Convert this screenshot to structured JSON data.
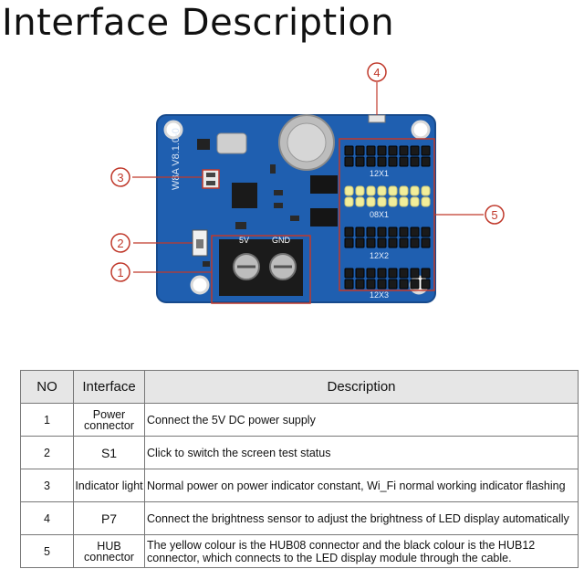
{
  "page_title": "Interface Description",
  "board": {
    "callouts": [
      "1",
      "2",
      "3",
      "4",
      "5"
    ],
    "pcb_label": "W8A V8.1.0-0",
    "terminal_labels": [
      "5V",
      "GND"
    ],
    "hub_labels": [
      "12X1",
      "08X1",
      "12X2",
      "12X3"
    ]
  },
  "table": {
    "headers": [
      "NO",
      "Interface",
      "Description"
    ],
    "rows": [
      {
        "no": "1",
        "interface": "Power connector",
        "description": "Connect the 5V DC power supply"
      },
      {
        "no": "2",
        "interface": "S1",
        "description": "Click to switch the screen test status"
      },
      {
        "no": "3",
        "interface": "Indicator light",
        "description": "Normal power on power indicator constant, Wi_Fi normal working indicator flashing"
      },
      {
        "no": "4",
        "interface": "P7",
        "description": "Connect the brightness sensor to adjust the brightness of LED display automatically"
      },
      {
        "no": "5",
        "interface": "HUB connector",
        "description": "The yellow colour is the HUB08 connector and the black colour is the HUB12 connector, which connects to the LED display module through the cable."
      }
    ]
  },
  "colors": {
    "pcb": "#1f5fb0",
    "callout": "#c0392b",
    "yellow_pins": "#f2ee9a",
    "header_bg": "#e6e6e6"
  }
}
